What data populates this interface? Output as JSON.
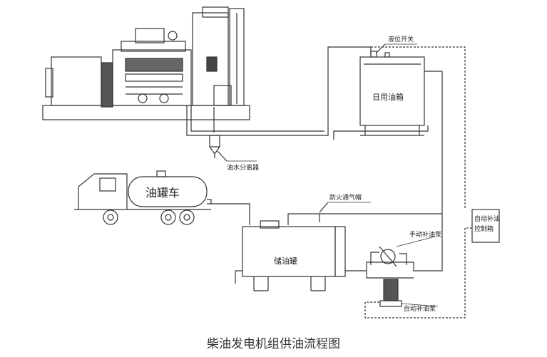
{
  "caption": "柴油发电机组供油流程图",
  "labels": {
    "level_switch": "液位开关",
    "day_tank": "日用油箱",
    "oil_water_separator": "油水分离器",
    "tanker_truck": "油罐车",
    "fireproof_vent_cap": "防火通气帽",
    "auto_refuel_control_box_line1": "自动补油",
    "auto_refuel_control_box_line2": "控制箱",
    "manual_refuel_pump": "手动补油泵",
    "storage_tank": "储油罐",
    "auto_refuel_pump": "自动补油泵"
  }
}
